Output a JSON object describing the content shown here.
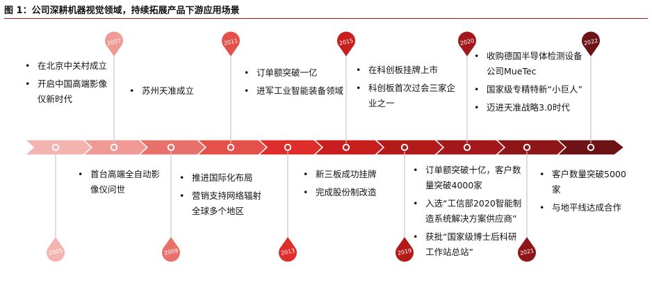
{
  "title": "图 1：公司深耕机器视觉领域，持续拓展产品下游应用场景",
  "colors": {
    "accent": "#a3191b",
    "segments": [
      "#f3b4b0",
      "#ef9a95",
      "#e8726b",
      "#e4504a",
      "#de2d2a",
      "#c81e1e",
      "#b31b1b",
      "#a3191b",
      "#8e1618",
      "#6d1215",
      "#7c1416"
    ]
  },
  "milestones": [
    {
      "year": "2005",
      "side": "bottom",
      "items": [
        "首台高端全自动影像仪问世"
      ]
    },
    {
      "year": "2007",
      "side": "top",
      "items": [
        "在北京中关村成立",
        "开启中国高端影像仪新时代"
      ]
    },
    {
      "year": "2009",
      "side": "bottom",
      "items": [
        "推进国际化布局",
        "营销支持网络辐射全球多个地区"
      ]
    },
    {
      "year": "2011",
      "side": "top",
      "items": [
        "苏州天准成立"
      ]
    },
    {
      "year": "2013",
      "side": "bottom",
      "items": [
        "新三板成功挂牌",
        "完成股份制改造"
      ]
    },
    {
      "year": "2015",
      "side": "top",
      "items": [
        "订单额突破一亿",
        "进军工业智能装备领域"
      ]
    },
    {
      "year": "2019",
      "side": "bottom",
      "items": [
        "订单额突破十亿，客户数量突破4000家",
        "入选“工信部2020智能制造系统解决方案供应商”",
        "获批“国家级博士后科研工作站总站”"
      ]
    },
    {
      "year": "2020",
      "side": "top",
      "items": [
        "在科创板挂牌上市",
        "科创板首次过会三家企业之一"
      ]
    },
    {
      "year": "2021",
      "side": "bottom",
      "items": [
        "客户数量突破5000家",
        "与地平线达成合作"
      ]
    },
    {
      "year": "2022",
      "side": "top",
      "items": [
        "收购德国半导体检测设备公司MueTec",
        "国家级专精特新“小巨人”",
        "迈进天准战略3.0时代"
      ]
    }
  ]
}
